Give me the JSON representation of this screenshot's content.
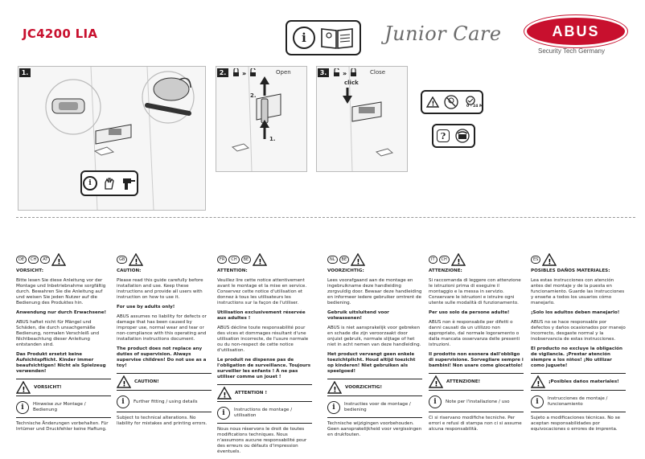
{
  "header": {
    "product": "JC4200 LIA",
    "brand": "Junior Care",
    "logo": "ABUS",
    "tagline": "Security Tech Germany"
  },
  "steps": [
    {
      "num": "1.",
      "label": ""
    },
    {
      "num": "2.",
      "label": "Open",
      "markers": [
        "2.",
        "1."
      ]
    },
    {
      "num": "3.",
      "label": "Close",
      "markers": [
        "click"
      ]
    }
  ],
  "age_badge": "0 - 24 M",
  "columns": [
    {
      "flags": [
        "DE",
        "CH",
        "AT"
      ],
      "heading": "VORSICHT:",
      "p1": "Bitte lesen Sie diese Anleitung vor der Montage und Inbetriebnahme sorgfältig durch. Bewahren Sie die Anleitung auf und weisen Sie jeden Nutzer auf die Bedienung des Produktes hin.",
      "p2": "Anwendung nur durch Erwachsene!",
      "p3": "ABUS haftet nicht für Mängel und Schäden, die durch unsachgemäße Bedienung, normalen Verschleiß und Nichtbeachtung dieser Anleitung entstanden sind.",
      "p4": "Das Produkt ersetzt keine Aufsichtspflicht. Kinder immer beaufsichtigen! Nicht als Spielzeug verwenden!",
      "warn": "VORSICHT!",
      "info": "Hinweise zur Montage / Bedienung",
      "foot": "Technische Änderungen vorbehalten. Für Irrtümer und Druckfehler keine Haftung."
    },
    {
      "flags": [
        "GB"
      ],
      "heading": "CAUTION:",
      "p1": "Please read this guide carefully before installation and use. Keep these instructions and provide all users with instruction on how to use it.",
      "p2": "For use by adults only!",
      "p3": "ABUS assumes no liability for defects or damage that has been caused by improper use, normal wear and tear or non-compliance with this operating and installation instructions document.",
      "p4": "The product does not replace any duties of supervision. Always supervise children! Do not use as a toy!",
      "warn": "CAUTION!",
      "info": "Further fitting / using details",
      "foot": "Subject to technical alterations. No liability for mistakes and printing errors."
    },
    {
      "flags": [
        "FR",
        "CH",
        "BE"
      ],
      "heading": "ATTENTION:",
      "p1": "Veuillez lire cette notice attentivement avant le montage et la mise en service. Conservez cette notice d'utilisation et donnez à tous les utilisateurs les instructions sur la façon de l'utiliser.",
      "p2": "Utilisation exclusivement réservée aux adultes !",
      "p3": "ABUS décline toute responsabilité pour des vices et dommages résultant d'une utilisation incorrecte, de l'usure normale ou du non-respect de cette notice d'utilisation.",
      "p4": "Le produit ne dispense pas de l'obligation de surveillance. Toujours surveiller les enfants ! À ne pas utiliser comme un jouet !",
      "warn": "ATTENTION !",
      "info": "Instructions de montage / utilisation",
      "foot": "Nous nous réservons le droit de toutes modifications techniques. Nous n'assumons aucune responsabilité pour des erreurs ou défauts d'impression éventuels."
    },
    {
      "flags": [
        "NL",
        "BE"
      ],
      "heading": "VOORZICHTIG:",
      "p1": "Lees voorafgaand aan de montage en ingebruikname deze handleiding zorgvuldig door. Bewaar deze handleiding en informeer iedere gebruiker omtrent de bediening.",
      "p2": "Gebruik uitsluitend voor volwassenen!",
      "p3": "ABUS is niet aansprakelijk voor gebreken en schade die zijn veroorzaakt door onjuist gebruik, normale slijtage of het niet in acht nemen van deze handleiding.",
      "p4": "Het product vervangt geen enkele toezichtplicht. Houd altijd toezicht op kinderen! Niet gebruiken als speelgoed!",
      "warn": "VOORZICHTIG!",
      "info": "Instructies voor de montage / bediening",
      "foot": "Technische wijzigingen voorbehouden. Geen aansprakelijkheid voor vergissingen en drukfouten."
    },
    {
      "flags": [
        "IT",
        "CH"
      ],
      "heading": "ATTENZIONE:",
      "p1": "Si raccomanda di leggere con attenzione le istruzioni prima di eseguire il montaggio e la messa in servizio. Conservare le istruzioni e istruire ogni utente sulle modalità di funzionamento.",
      "p2": "Per uso solo da persone adulte!",
      "p3": "ABUS non è responsabile per difetti o danni causati da un utilizzo non appropriato, dal normale logoramento o dalla mancata osservanza delle presenti istruzioni.",
      "p4": "Il prodotto non esonera dall'obbligo di supervisione. Sorvegliare sempre i bambini! Non usare come giocattolo!",
      "warn": "ATTENZIONE!",
      "info": "Note per l'installazione / uso",
      "foot": "Ci si riservano modifiche tecniche. Per errori e refusi di stampa non ci si assume alcuna responsabilità."
    },
    {
      "flags": [
        "ES"
      ],
      "heading": "POSIBLES DAÑOS MATERIALES:",
      "p1": "Lea estas instrucciones con atención antes del montaje y de la puesta en funcionamiento. Guarde las instrucciones y enseñe a todos los usuarios cómo manejarlo.",
      "p2": "¡Solo los adultos deben manejarlo!",
      "p3": "ABUS no se hace responsable por defectos y daños ocasionados por manejo incorrecto, desgaste normal y la inobservancia de estas instrucciones.",
      "p4": "El producto no excluye la obligación de vigilancia. ¡Prestar atención siempre a los niños! ¡No utilizar como juguete!",
      "warn": "¡Posibles daños materiales!",
      "info": "Instrucciones de montaje / funcionamiento",
      "foot": "Sujeto a modificaciones técnicas. No se aceptan responsabilidades por equivocaciones o errores de imprenta."
    }
  ]
}
